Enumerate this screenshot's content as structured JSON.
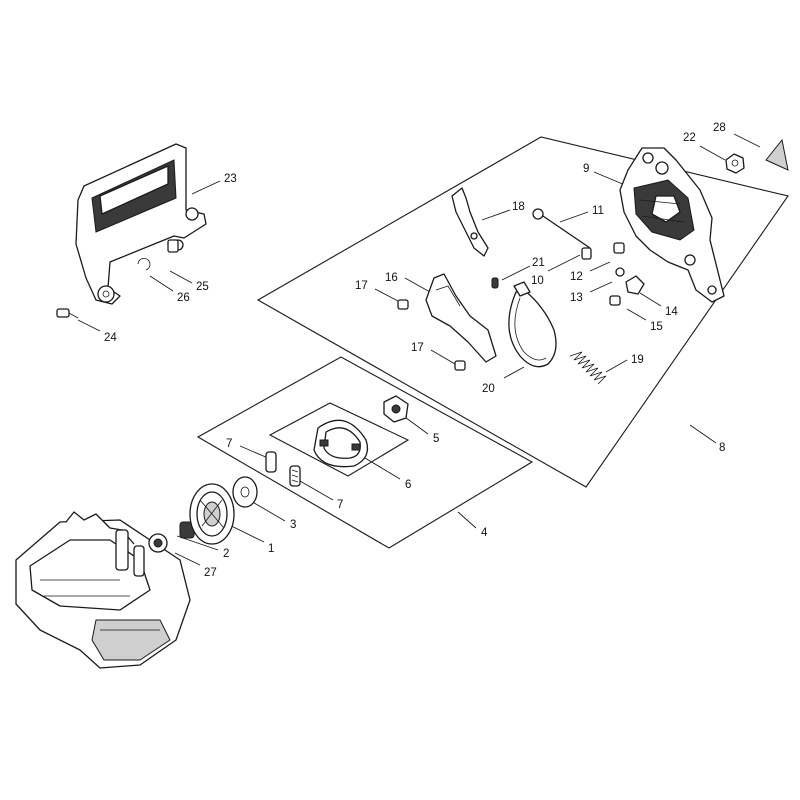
{
  "callouts": [
    {
      "id": "c1",
      "label": "1"
    },
    {
      "id": "c2",
      "label": "2"
    },
    {
      "id": "c3",
      "label": "3"
    },
    {
      "id": "c4",
      "label": "4"
    },
    {
      "id": "c5",
      "label": "5"
    },
    {
      "id": "c6",
      "label": "6"
    },
    {
      "id": "c7a",
      "label": "7"
    },
    {
      "id": "c7b",
      "label": "7"
    },
    {
      "id": "c8",
      "label": "8"
    },
    {
      "id": "c9",
      "label": "9"
    },
    {
      "id": "c10",
      "label": "10"
    },
    {
      "id": "c11",
      "label": "11"
    },
    {
      "id": "c12",
      "label": "12"
    },
    {
      "id": "c13",
      "label": "13"
    },
    {
      "id": "c14",
      "label": "14"
    },
    {
      "id": "c15",
      "label": "15"
    },
    {
      "id": "c16",
      "label": "16"
    },
    {
      "id": "c17a",
      "label": "17"
    },
    {
      "id": "c17b",
      "label": "17"
    },
    {
      "id": "c18",
      "label": "18"
    },
    {
      "id": "c19",
      "label": "19"
    },
    {
      "id": "c20",
      "label": "20"
    },
    {
      "id": "c21",
      "label": "21"
    },
    {
      "id": "c22",
      "label": "22"
    },
    {
      "id": "c23",
      "label": "23"
    },
    {
      "id": "c24",
      "label": "24"
    },
    {
      "id": "c25",
      "label": "25"
    },
    {
      "id": "c26",
      "label": "26"
    },
    {
      "id": "c27",
      "label": "27"
    },
    {
      "id": "c28",
      "label": "28"
    }
  ]
}
